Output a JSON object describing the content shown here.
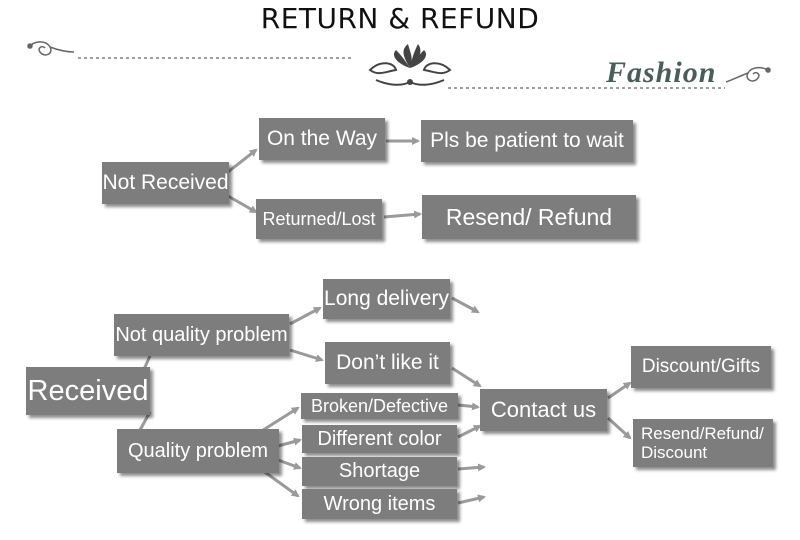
{
  "title": "RETURN & REFUND",
  "brand": "Fashion",
  "colors": {
    "box": "#7d7d7d",
    "arrow": "#9a9a9a",
    "text": "#ffffff"
  },
  "nodes": {
    "not_received": "Not Received",
    "on_the_way": "On the Way",
    "patient": "Pls be patient to wait",
    "returned_lost": "Returned/Lost",
    "resend_refund": "Resend/ Refund",
    "received": "Received",
    "not_quality": "Not quality problem",
    "quality": "Quality problem",
    "long_delivery": "Long delivery",
    "dont_like": "Don’t like it",
    "broken": "Broken/Defective",
    "diff_color": "Different color",
    "shortage": "Shortage",
    "wrong_items": "Wrong items",
    "contact": "Contact us",
    "discount_gifts": "Discount/Gifts",
    "resend_refund_discount_1": "Resend/Refund/",
    "resend_refund_discount_2": "Discount"
  }
}
